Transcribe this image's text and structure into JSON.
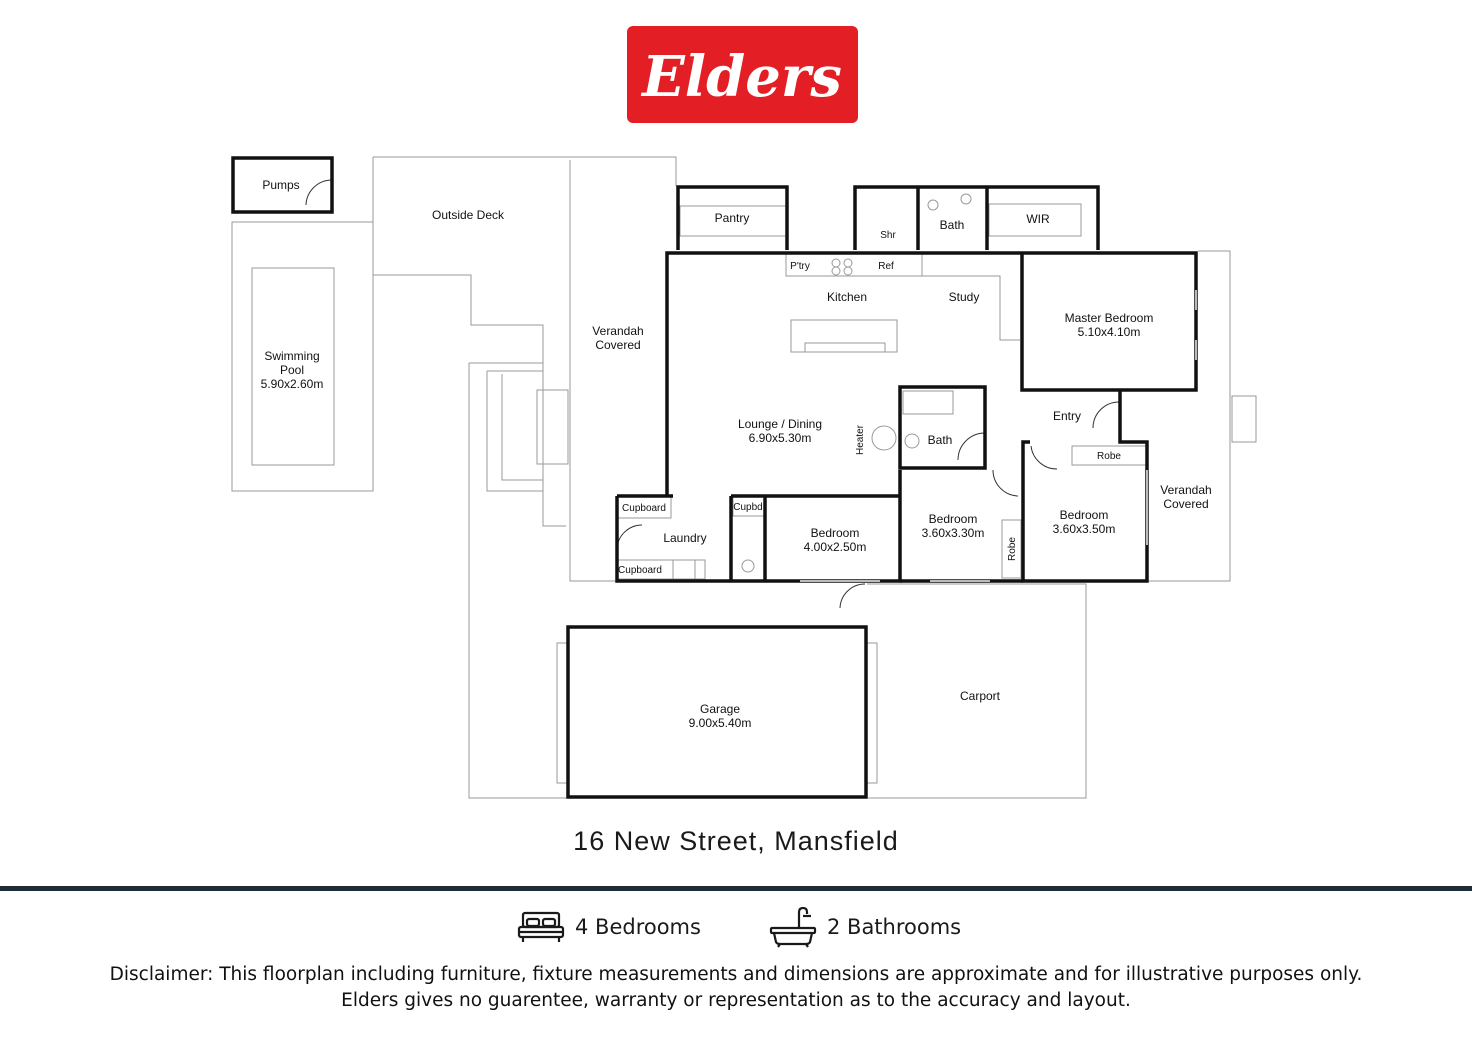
{
  "brand": {
    "name": "Elders",
    "color": "#e31e24",
    "logo_icon": "elders-wordmark-logo"
  },
  "address": "16 New Street, Mansfield",
  "rooms": {
    "pumps": "Pumps",
    "outside_deck": "Outside Deck",
    "swimming_pool": [
      "Swimming",
      "Pool",
      "5.90x2.60m"
    ],
    "verandah_west": [
      "Verandah",
      "Covered"
    ],
    "pantry": "Pantry",
    "shower": "Shr",
    "bath_top": "Bath",
    "wir": "WIR",
    "pantry_short": "P'try",
    "ref": "Ref",
    "kitchen": "Kitchen",
    "study": "Study",
    "master_bedroom": [
      "Master Bedroom",
      "5.10x4.10m"
    ],
    "lounge_dining": [
      "Lounge / Dining",
      "6.90x5.30m"
    ],
    "heater": "Heater",
    "bath_mid": "Bath",
    "entry": "Entry",
    "robe_top": "Robe",
    "verandah_east": [
      "Verandah",
      "Covered"
    ],
    "cupboard_top": "Cupboard",
    "cupboard_bottom": "Cupboard",
    "cupbd": "Cupbd",
    "laundry": "Laundry",
    "bedroom_a": [
      "Bedroom",
      "4.00x2.50m"
    ],
    "bedroom_b": [
      "Bedroom",
      "3.60x3.30m"
    ],
    "robe_side": "Robe",
    "bedroom_c": [
      "Bedroom",
      "3.60x3.50m"
    ],
    "garage": [
      "Garage",
      "9.00x5.40m"
    ],
    "carport": "Carport"
  },
  "features": [
    {
      "icon": "bed-icon",
      "label": "4 Bedrooms"
    },
    {
      "icon": "bathtub-icon",
      "label": "2 Bathrooms"
    }
  ],
  "disclaimer": [
    "Disclaimer: This floorplan including furniture, fixture measurements and dimensions are approximate and for illustrative purposes only.",
    "Elders gives no guarentee, warranty or representation as to the accuracy and layout."
  ],
  "colors": {
    "rule": "#1f2d38",
    "wall": "#111111",
    "outline": "#9a9a9a"
  }
}
